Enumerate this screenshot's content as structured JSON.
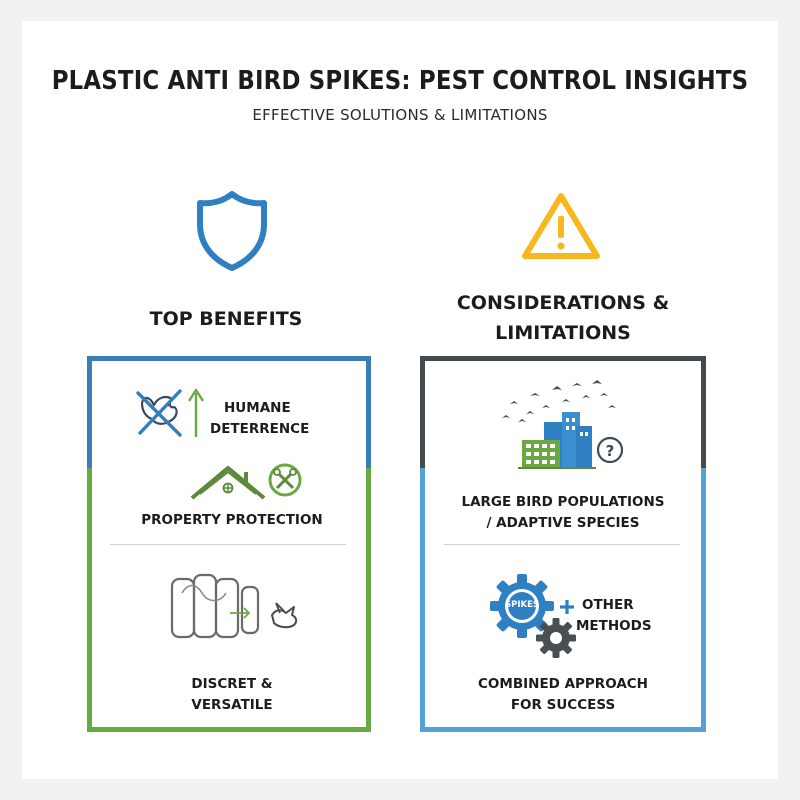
{
  "header": {
    "title": "PLASTIC ANTI BIRD SPIKES: PEST CONTROL INSIGHTS",
    "subtitle": "EFFECTIVE SOLUTIONS & LIMITATIONS"
  },
  "benefits": {
    "heading": "TOP BENEFITS",
    "icon": "shield-icon",
    "items": [
      {
        "label_line1": "HUMANE",
        "label_line2": "DETERRENCE",
        "icon": "crossed-bird-icon"
      },
      {
        "label_line1": "PROPERTY PROTECTION",
        "icon": "house-repair-icon"
      },
      {
        "label_line1": "DISCRET &",
        "label_line2": "VERSATILE",
        "icon": "spikes-bird-icon"
      }
    ]
  },
  "limitations": {
    "heading_line1": "CONSIDERATIONS &",
    "heading_line2": "LIMITATIONS",
    "icon": "warning-icon",
    "items": [
      {
        "label_line1": "LARGE BIRD POPULATIONS",
        "label_line2": "/ ADAPTIVE SPECIES",
        "icon": "city-birds-icon"
      },
      {
        "label_line1": "OTHER",
        "label_line2": "METHODS",
        "gear_text": "SPIKES",
        "icon": "gears-icon"
      },
      {
        "label_line1": "COMBINED APPROACH",
        "label_line2": "FOR SUCCESS"
      }
    ]
  },
  "colors": {
    "blue": "#3a7db8",
    "green": "#6aa842",
    "light_blue": "#55a3d6",
    "dark_gray": "#454a50",
    "warning_yellow": "#f6b81d"
  }
}
